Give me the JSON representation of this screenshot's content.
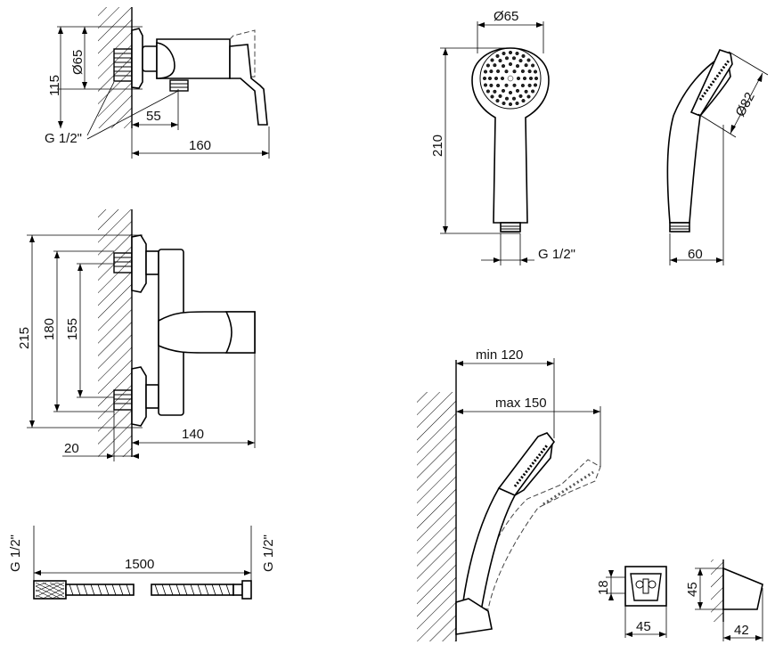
{
  "mixer_side": {
    "dims": {
      "d65": "Ø65",
      "h115": "115",
      "d55": "55",
      "d160": "160",
      "thread": "G 1/2\""
    }
  },
  "mixer_front": {
    "dims": {
      "d215": "215",
      "d180": "180",
      "d155": "155",
      "d20": "20",
      "d140": "140"
    }
  },
  "hand_shower_front": {
    "dims": {
      "d65": "Ø65",
      "d210": "210",
      "thread": "G 1/2\""
    }
  },
  "hand_shower_side": {
    "dims": {
      "d82": "Ø82",
      "d60": "60"
    }
  },
  "hose": {
    "dims": {
      "length": "1500",
      "thread_left": "G 1/2\"",
      "thread_right": "G 1/2\""
    }
  },
  "holder_view": {
    "dims": {
      "min": "min 120",
      "max": "max 150"
    }
  },
  "holder_front": {
    "dims": {
      "h18": "18",
      "w45": "45"
    }
  },
  "holder_side": {
    "dims": {
      "h45": "45",
      "w42": "42"
    }
  }
}
